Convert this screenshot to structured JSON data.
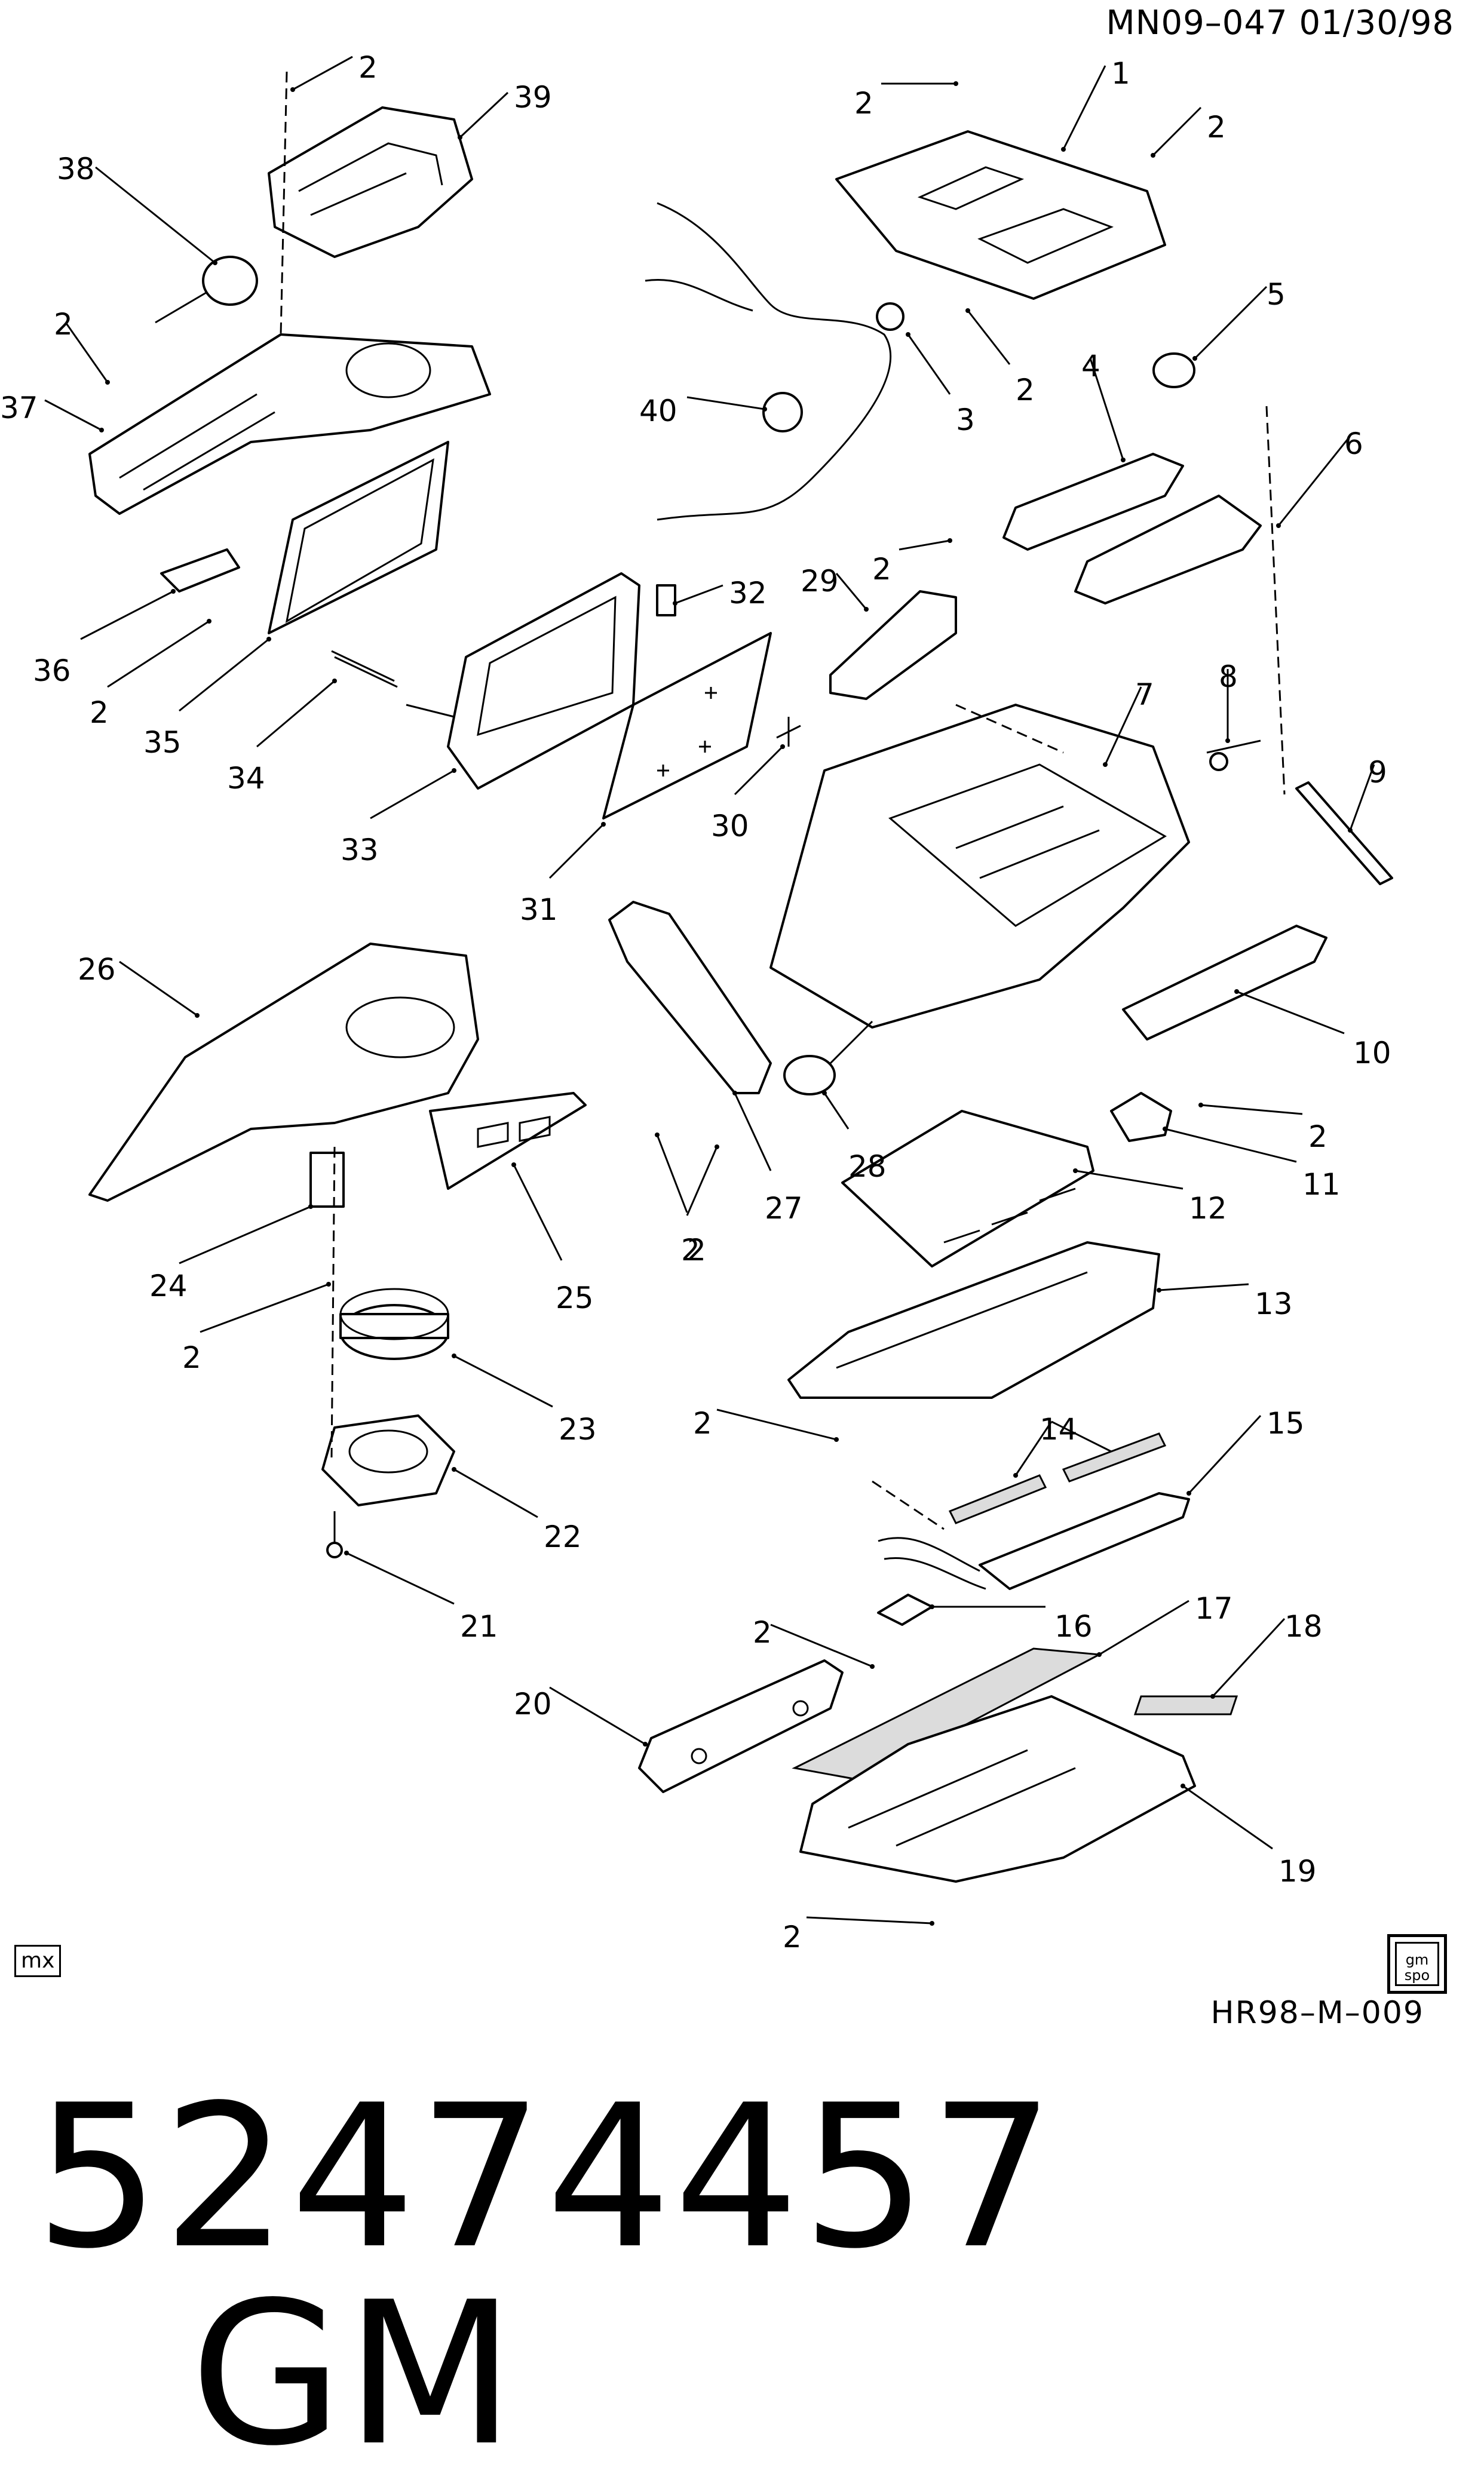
{
  "header": {
    "code": "MN09–047  01/30/98"
  },
  "footer": {
    "drawing_code": "HR98–M–009",
    "mx_label": "mx",
    "logo_text_line1": "gm",
    "logo_text_line2": "spo"
  },
  "title": {
    "part_number": "52474457",
    "brand": "GM"
  },
  "callouts": [
    {
      "id": "c1",
      "label": "1"
    },
    {
      "id": "c2a",
      "label": "2"
    },
    {
      "id": "c2b",
      "label": "2"
    },
    {
      "id": "c2c",
      "label": "2"
    },
    {
      "id": "c2d",
      "label": "2"
    },
    {
      "id": "c2e",
      "label": "2"
    },
    {
      "id": "c2f",
      "label": "2"
    },
    {
      "id": "c2g",
      "label": "2"
    },
    {
      "id": "c2h",
      "label": "2"
    },
    {
      "id": "c2i",
      "label": "2"
    },
    {
      "id": "c2j",
      "label": "2"
    },
    {
      "id": "c2k",
      "label": "2"
    },
    {
      "id": "c2l",
      "label": "2"
    },
    {
      "id": "c2m",
      "label": "2"
    },
    {
      "id": "c2n",
      "label": "2"
    },
    {
      "id": "c3",
      "label": "3"
    },
    {
      "id": "c4",
      "label": "4"
    },
    {
      "id": "c5",
      "label": "5"
    },
    {
      "id": "c6",
      "label": "6"
    },
    {
      "id": "c7",
      "label": "7"
    },
    {
      "id": "c8",
      "label": "8"
    },
    {
      "id": "c9",
      "label": "9"
    },
    {
      "id": "c10",
      "label": "10"
    },
    {
      "id": "c11",
      "label": "11"
    },
    {
      "id": "c12",
      "label": "12"
    },
    {
      "id": "c13",
      "label": "13"
    },
    {
      "id": "c14",
      "label": "14"
    },
    {
      "id": "c15",
      "label": "15"
    },
    {
      "id": "c16",
      "label": "16"
    },
    {
      "id": "c17",
      "label": "17"
    },
    {
      "id": "c18",
      "label": "18"
    },
    {
      "id": "c19",
      "label": "19"
    },
    {
      "id": "c20",
      "label": "20"
    },
    {
      "id": "c21",
      "label": "21"
    },
    {
      "id": "c22",
      "label": "22"
    },
    {
      "id": "c23",
      "label": "23"
    },
    {
      "id": "c24",
      "label": "24"
    },
    {
      "id": "c25",
      "label": "25"
    },
    {
      "id": "c26",
      "label": "26"
    },
    {
      "id": "c27",
      "label": "27"
    },
    {
      "id": "c28",
      "label": "28"
    },
    {
      "id": "c29",
      "label": "29"
    },
    {
      "id": "c30",
      "label": "30"
    },
    {
      "id": "c31",
      "label": "31"
    },
    {
      "id": "c32",
      "label": "32"
    },
    {
      "id": "c33",
      "label": "33"
    },
    {
      "id": "c34",
      "label": "34"
    },
    {
      "id": "c35",
      "label": "35"
    },
    {
      "id": "c36",
      "label": "36"
    },
    {
      "id": "c37",
      "label": "37"
    },
    {
      "id": "c38",
      "label": "38"
    },
    {
      "id": "c39",
      "label": "39"
    },
    {
      "id": "c40",
      "label": "40"
    }
  ]
}
